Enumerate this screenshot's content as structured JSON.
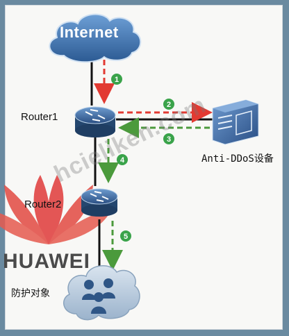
{
  "nodes": {
    "internet": "Internet",
    "router1": "Router1",
    "router2": "Router2",
    "anti_ddos": "Anti-DDoS设备",
    "protected": "防护对象"
  },
  "steps": [
    "1",
    "2",
    "3",
    "4",
    "5"
  ],
  "brand": "HUAWEI",
  "watermark": "hcieliken.com",
  "colors": {
    "red_dash": "#e23a32",
    "green_dash": "#4b9a3c",
    "step_badge": "#3aa34a",
    "cloud": "#3f6fa8",
    "router": "#2e5a8e",
    "brand_petal": "#e03a3a"
  }
}
